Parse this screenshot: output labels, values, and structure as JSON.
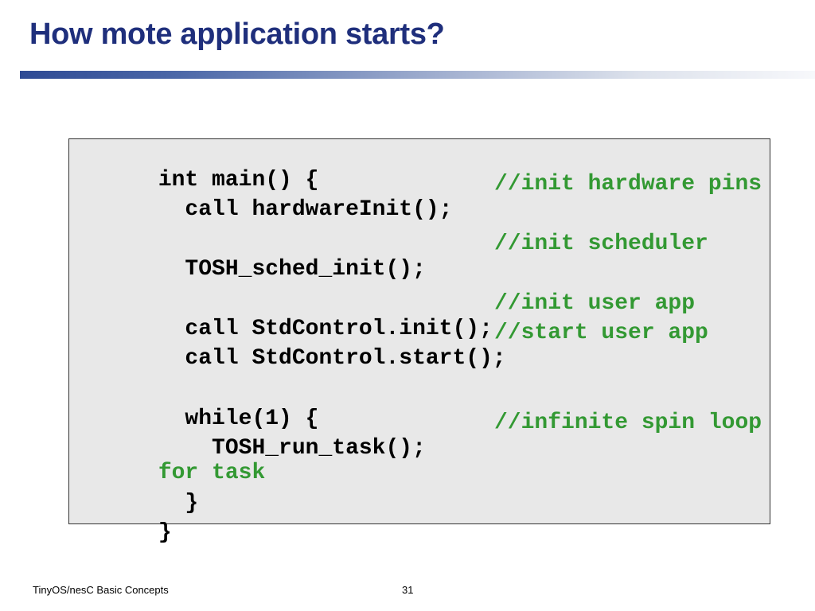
{
  "slide": {
    "title": "How mote application starts?",
    "footer": {
      "text": "TinyOS/nesC Basic Concepts",
      "page_number": "31"
    },
    "colors": {
      "title": "#1f2f7c",
      "comment": "#339933",
      "code_background": "#e8e8e8"
    },
    "code": {
      "lines": [
        {
          "code": "int main() {",
          "comment": ""
        },
        {
          "code": "  call hardwareInit();",
          "comment": "//init hardware pins"
        },
        {
          "code": "  TOSH_sched_init();",
          "comment": "//init scheduler"
        },
        {
          "code": "  call StdControl.init();",
          "comment": "//init user app"
        },
        {
          "code": "  call StdControl.start();",
          "comment": "//start user app"
        },
        {
          "code": "  while(1) {",
          "comment": ""
        },
        {
          "code": "    TOSH_run_task();",
          "comment": "//infinite spin loop"
        },
        {
          "code": "",
          "comment": "for task"
        },
        {
          "code": "  }",
          "comment": ""
        },
        {
          "code": "}",
          "comment": ""
        }
      ]
    }
  }
}
